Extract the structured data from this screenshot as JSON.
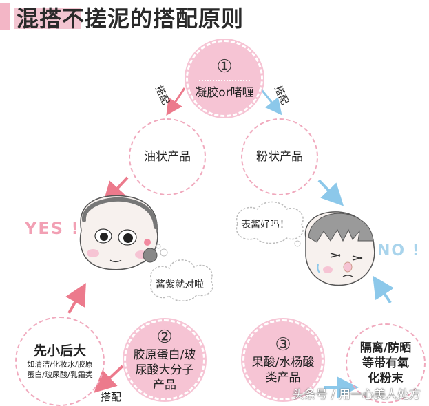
{
  "title": {
    "part1": "混搭",
    "part2": "不搓泥的搭配原则"
  },
  "nodes": {
    "top": {
      "num": "①",
      "text": "凝胶or啫喱"
    },
    "left": {
      "text": "油状产品"
    },
    "right": {
      "text": "粉状产品"
    },
    "bottom_left_big": {
      "title": "先小后大",
      "desc": "如清洁/化妆水/胶原蛋白/玻尿酸/乳霜类"
    },
    "bottom_mid": {
      "num": "②",
      "text": "胶原蛋白/玻尿酸大分子产品"
    },
    "bottom_right": {
      "num": "③",
      "text": "果酸/水杨酸类产品"
    },
    "far_right": {
      "text": "隔离/防晒等带有氧化粉末"
    }
  },
  "labels": {
    "pair_left": "搭配",
    "pair_right": "搭配",
    "pair_bottom": "搭配"
  },
  "yes": "YES !",
  "no": "NO !",
  "bubbles": {
    "right_face": "表酱好吗！",
    "left_face": "酱紫就对啦"
  },
  "watermark": "头条号 / 用一心美人处方",
  "colors": {
    "pink": "#f6c4d4",
    "pink_dash": "#f0a9bd",
    "arrow_pink": "#ec7a8c",
    "arrow_blue": "#8cc8ea"
  }
}
